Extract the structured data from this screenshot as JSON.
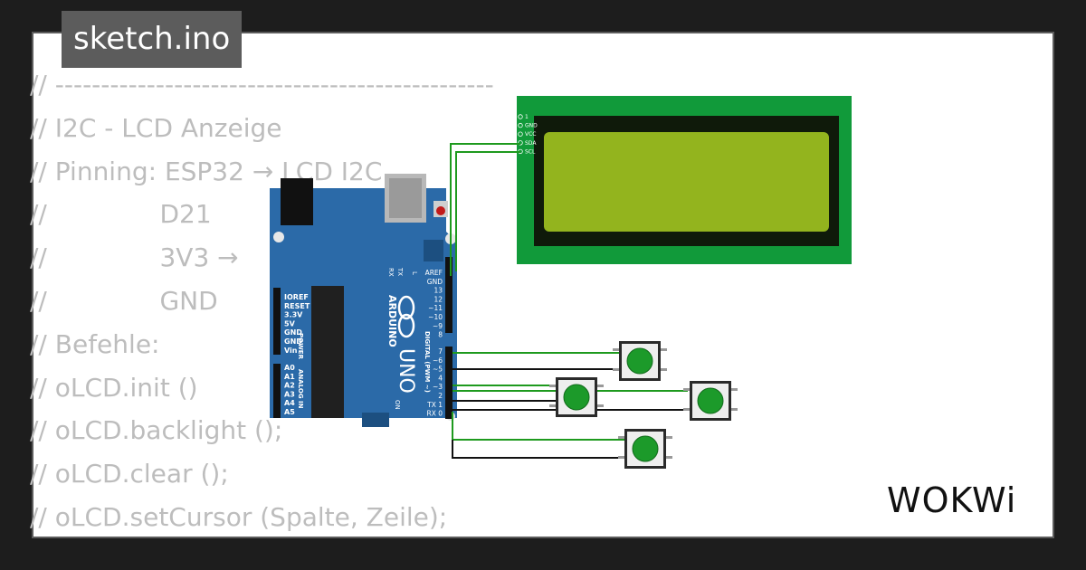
{
  "tab": {
    "filename": "sketch.ino"
  },
  "code_lines": [
    "// ------------------------------------------------",
    "// I2C - LCD Anzeige",
    "// Pinning: ESP32 → LCD I2C",
    "//              D21",
    "//              3V3 →",
    "//              GND",
    "// Befehle:",
    "// oLCD.init ()",
    "// oLCD.backlight ();",
    "// oLCD.clear ();",
    "// oLCD.setCursor (Spalte, Zeile);"
  ],
  "lcd": {
    "pins": [
      "1",
      "GND",
      "VCC",
      "SDA",
      "SCL"
    ]
  },
  "arduino": {
    "name": "UNO",
    "brand": "ARDUINO",
    "on_label": "ON",
    "l_label": "L",
    "tx_label": "TX",
    "rx_label": "RX",
    "digital_label": "DIGITAL (PWM ~)",
    "power_label": "POWER",
    "analog_label": "ANALOG IN",
    "power_pins": [
      "IOREF",
      "RESET",
      "3.3V",
      "5V",
      "GND",
      "GND",
      "Vin"
    ],
    "analog_pins": [
      "A0",
      "A1",
      "A2",
      "A3",
      "A4",
      "A5"
    ],
    "digital_top": [
      "AREF",
      "GND",
      "13",
      "12",
      "~11",
      "~10",
      "~9",
      "8"
    ],
    "digital_bottom": [
      "7",
      "~6",
      "~5",
      "4",
      "~3",
      "2",
      "TX 1",
      "RX 0"
    ]
  },
  "logo": {
    "text": "WOKWi"
  },
  "colors": {
    "board": "#2b6aa8",
    "lcd_pcb": "#119a3a",
    "lcd_screen": "#93b41e",
    "button": "#1c9a2a",
    "wire_green": "#1e9a1e",
    "wire_black": "#111111",
    "tab_bg": "#5c5c5c"
  }
}
